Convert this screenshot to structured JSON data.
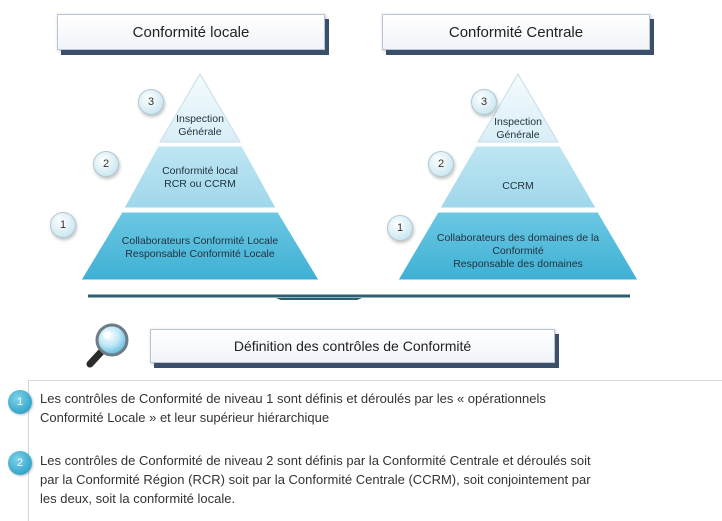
{
  "left": {
    "header": "Conformité locale",
    "levels": [
      {
        "num": "3",
        "text_lines": [
          "Inspection",
          "Générale"
        ]
      },
      {
        "num": "2",
        "text_lines": [
          "Conformité local",
          "RCR ou CCRM"
        ]
      },
      {
        "num": "1",
        "text_lines": [
          "Collaborateurs Conformité Locale",
          "Responsable Conformité Locale"
        ]
      }
    ]
  },
  "right": {
    "header": "Conformité Centrale",
    "levels": [
      {
        "num": "3",
        "text_lines": [
          "Inspection",
          "Générale"
        ]
      },
      {
        "num": "2",
        "text_lines": [
          "CCRM"
        ]
      },
      {
        "num": "1",
        "text_lines": [
          "Collaborateurs des domaines de la",
          "Conformité",
          "Responsable des domaines"
        ]
      }
    ]
  },
  "definition_title": "Définition des contrôles de Conformité",
  "bullets": [
    {
      "num": "1",
      "lines": [
        "Les contrôles de Conformité de niveau 1 sont définis et déroulés par les « opérationnels",
        "Conformité Locale » et leur supérieur hiérarchique"
      ]
    },
    {
      "num": "2",
      "lines": [
        "Les contrôles de Conformité de niveau 2 sont définis par la Conformité Centrale et déroulés soit",
        "par la Conformité Région (RCR) soit par la Conformité Centrale (CCRM), soit conjointement par",
        "les deux, soit  la conformité locale."
      ]
    }
  ],
  "colors": {
    "light_tier": "#dff1f8",
    "mid_tier": "#a9dcee",
    "dark_tier": "#56bddc",
    "arrow": "#2d5f73",
    "rule": "#2d5f73",
    "shadow": "#3b4e6a"
  },
  "icons": [
    "magnifier-icon"
  ]
}
